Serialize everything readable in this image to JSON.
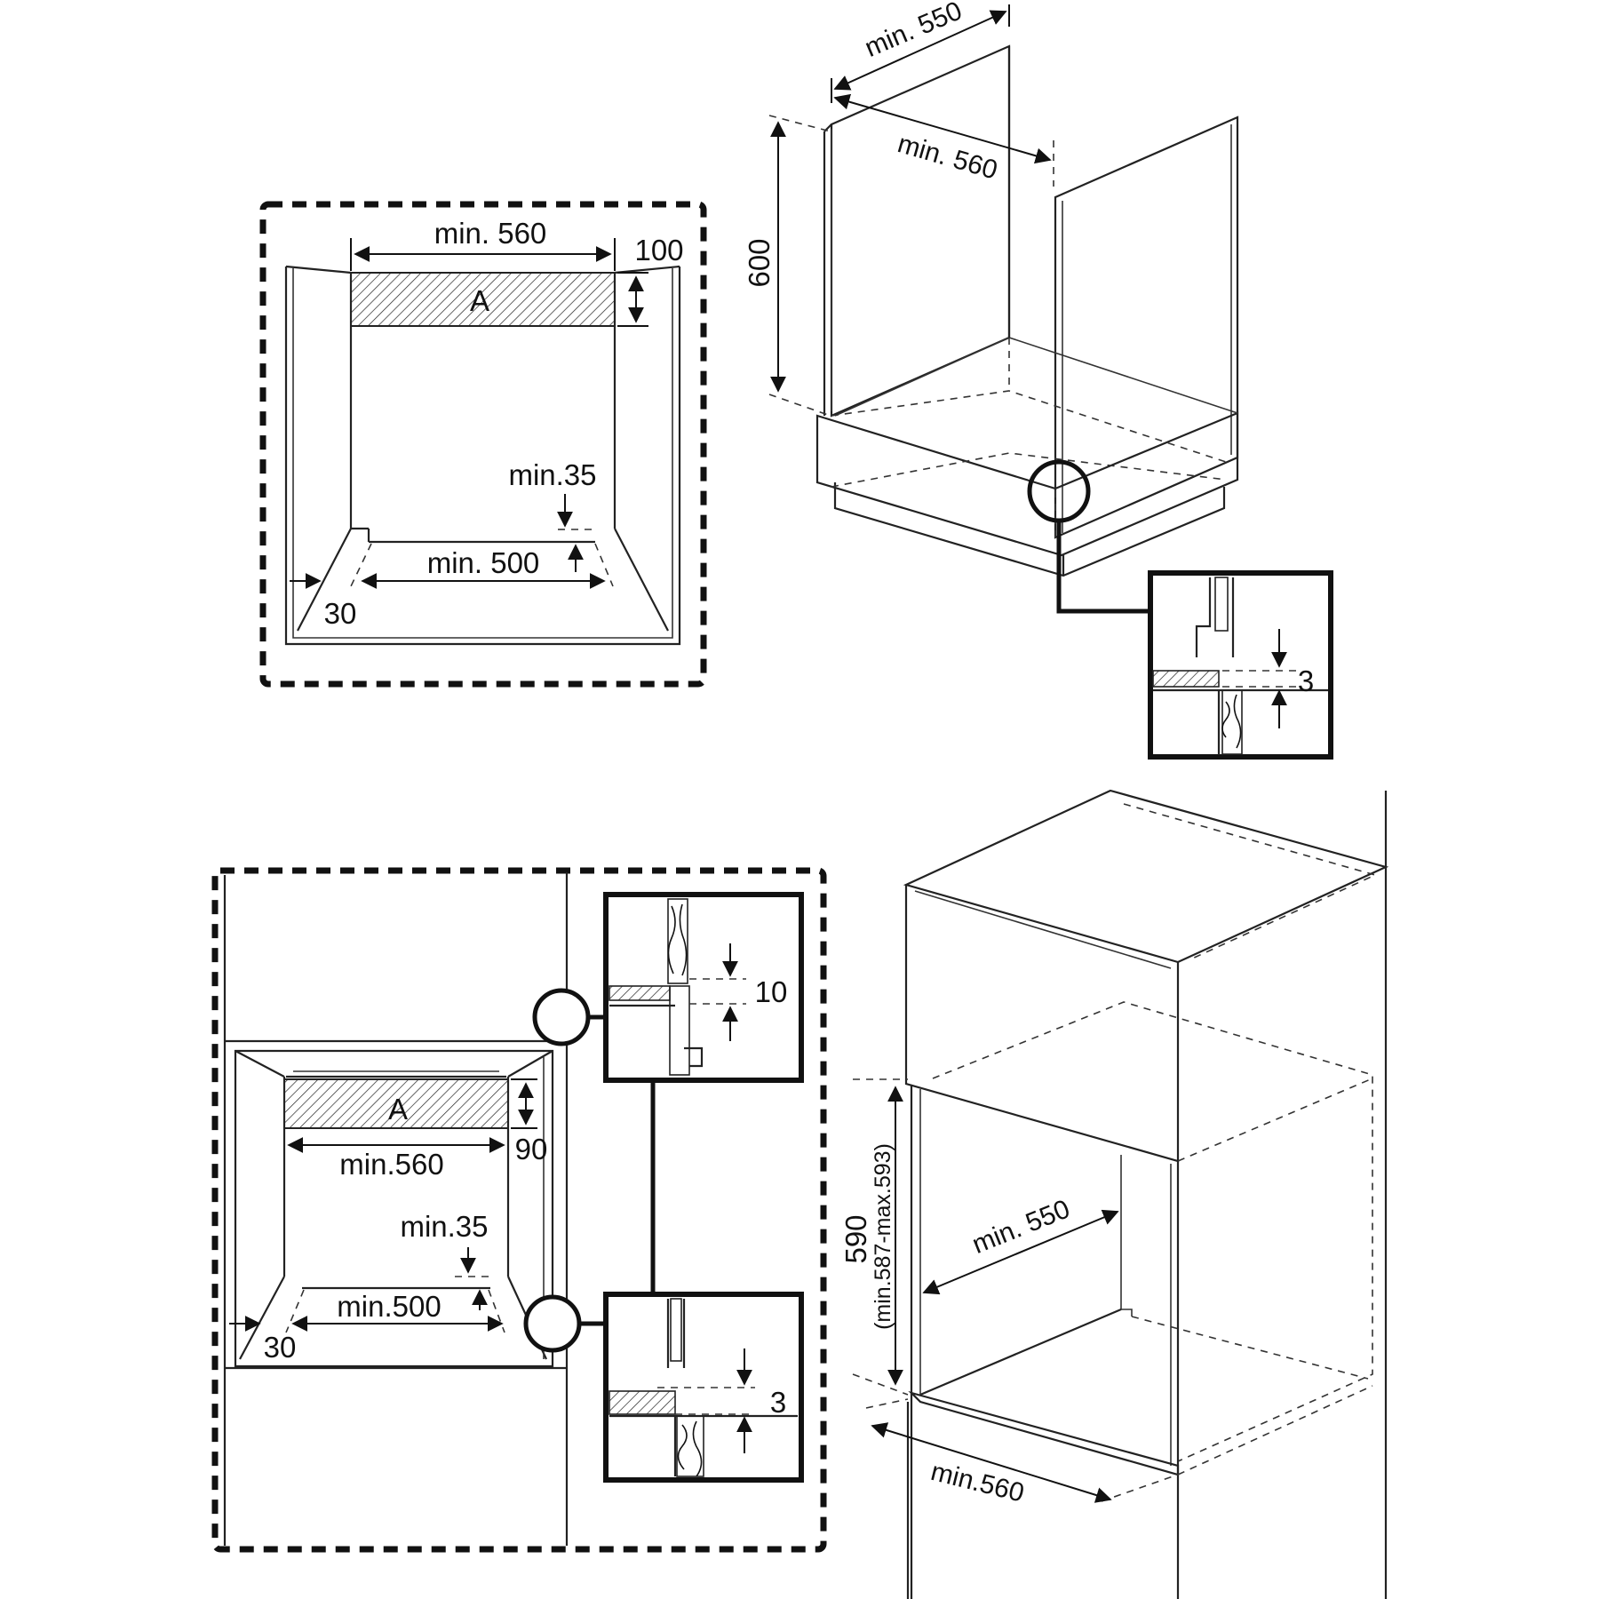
{
  "diagram_1": {
    "top_width": "min. 560",
    "top_height": "100",
    "label_a": "A",
    "gap": "min.35",
    "bottom_width": "min. 500",
    "side": "30"
  },
  "diagram_2": {
    "depth_back": "min. 550",
    "depth_inner": "min. 560",
    "height": "600",
    "detail_gap": "3"
  },
  "diagram_3": {
    "top_width": "min.560",
    "top_height": "90",
    "label_a": "A",
    "gap": "min.35",
    "bottom_width": "min.500",
    "side": "30",
    "detail_top": "10",
    "detail_bottom": "3"
  },
  "diagram_4": {
    "depth": "min. 550",
    "height": "590",
    "height_range": "(min.587-max.593)",
    "width": "min.560"
  }
}
